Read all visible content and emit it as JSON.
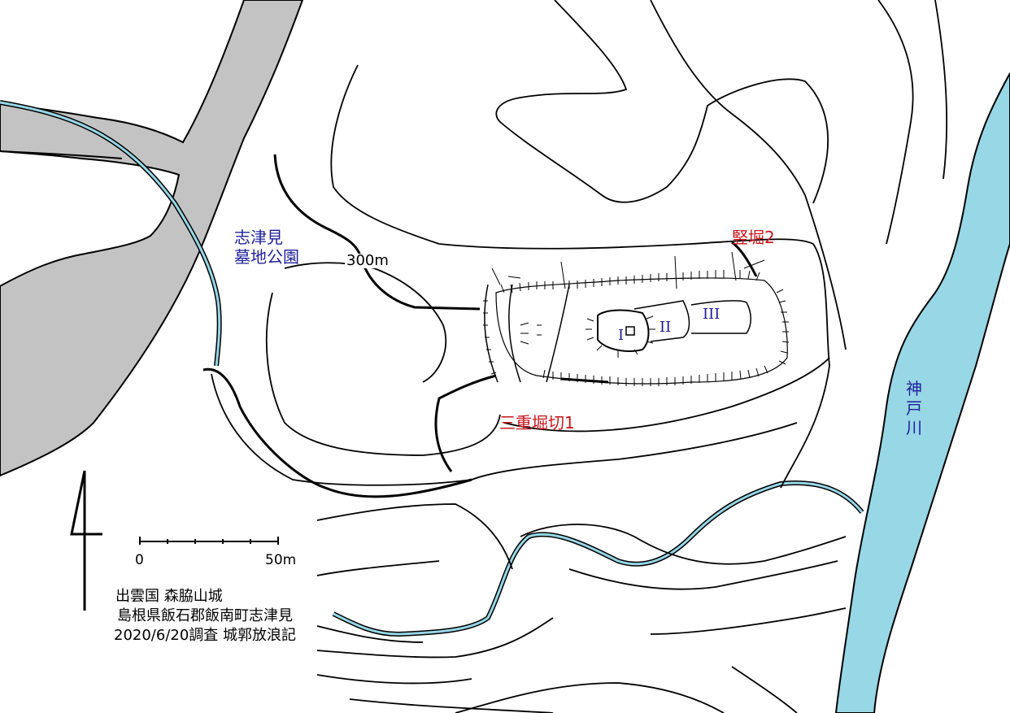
{
  "labels": {
    "park": [
      "志津見",
      "墓地公園"
    ],
    "contour": "300m",
    "vertical_moat": "竪堀2",
    "triple_moat": "三重堀切1",
    "river": [
      "神",
      "戸",
      "川"
    ],
    "bailey1": "I",
    "bailey2": "II",
    "bailey3": "III"
  },
  "scale": {
    "start": "0",
    "end": "50m"
  },
  "title": {
    "line1": "出雲国 森脇山城",
    "line2": "島根県飯石郡飯南町志津見",
    "line3": "2020/6/20調査 城郭放浪記"
  },
  "colors": {
    "road": "#c3c3c3",
    "river": "#97d7e6",
    "red_label": "#c8161d",
    "blue_label": "#1f1f9a"
  }
}
